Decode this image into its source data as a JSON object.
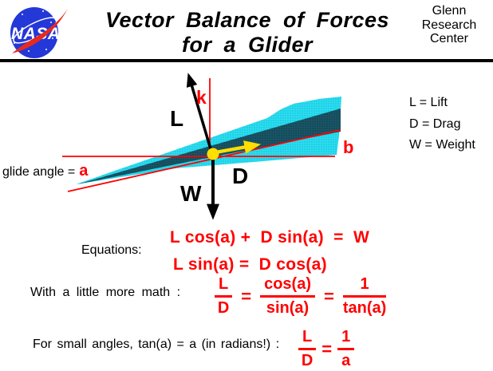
{
  "header": {
    "logo_text": "NASA",
    "title_line1": "Vector Balance of Forces",
    "title_line2": "for a Glider",
    "org_lines": [
      "Glenn",
      "Research",
      "Center"
    ]
  },
  "diagram": {
    "glide_angle_label": "glide angle =",
    "glide_angle_value": "a",
    "vector_labels": {
      "k": "k",
      "lift": "L",
      "drag": "D",
      "weight": "W",
      "flight_path": "b"
    },
    "legend": [
      "L = Lift",
      "D = Drag",
      "W = Weight"
    ]
  },
  "equations": {
    "section_label": "Equations:",
    "eq1": "L cos(a) +  D sin(a)  =  W",
    "eq2": "L sin(a) =  D cos(a)",
    "more_math_label": "With a little more math :",
    "equals": "=",
    "frac_LD": {
      "num": "L",
      "den": "D"
    },
    "frac_trig": {
      "num": "cos(a)",
      "den": "sin(a)"
    },
    "frac_tan": {
      "num": "1",
      "den": "tan(a)"
    },
    "small_angle_label": "For small angles, tan(a) = a (in radians!) :",
    "frac_LD2": {
      "num": "L",
      "den": "D"
    },
    "frac_a": {
      "num": "1",
      "den": "a"
    }
  },
  "colors": {
    "accent_red": "#ff0000",
    "glider_cyan": "#2edcee",
    "glider_dark_teal": "#1a5566",
    "marker_yellow": "#ffdf00",
    "logo_blue": "#2438d8",
    "logo_swoosh_red": "#e8291c"
  }
}
